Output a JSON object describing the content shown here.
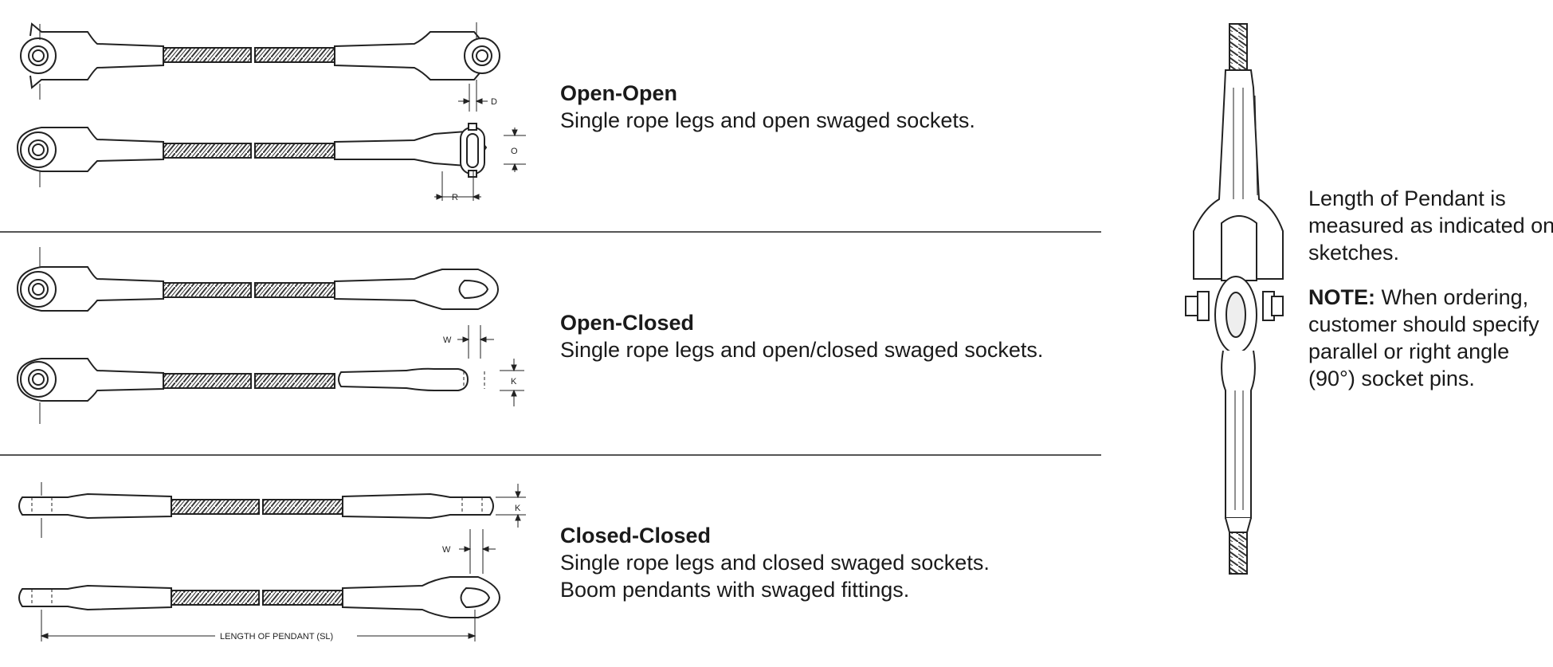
{
  "sections": [
    {
      "title": "Open-Open",
      "description": [
        "Single rope legs and open swaged sockets."
      ]
    },
    {
      "title": "Open-Closed",
      "description": [
        "Single rope legs and open/closed swaged sockets."
      ]
    },
    {
      "title": "Closed-Closed",
      "description": [
        "Single rope legs and closed swaged sockets.",
        "Boom pendants with swaged fittings."
      ]
    }
  ],
  "side_note": {
    "length_text": "Length of Pendant is measured as indicated on sketches.",
    "note_label": "NOTE:",
    "note_text": "When ordering, customer should specify parallel or right angle (90°) socket pins."
  },
  "dimension_labels": {
    "d": "D",
    "o": "O",
    "r": "R",
    "w1": "W",
    "k1": "K",
    "k2": "K",
    "w2": "W",
    "sl": "LENGTH OF PENDANT (SL)"
  }
}
